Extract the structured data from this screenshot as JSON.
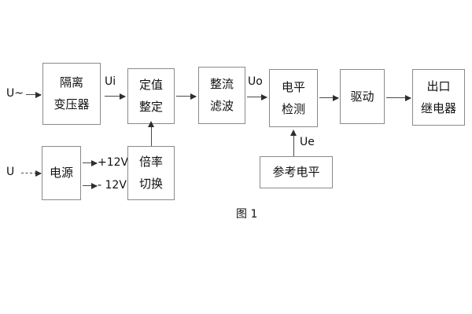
{
  "diagram": {
    "caption": "图 1",
    "blocks": [
      {
        "id": "isolation-transformer",
        "line1": "隔离",
        "line2": "变压器"
      },
      {
        "id": "setting-value",
        "line1": "定值",
        "line2": "整定"
      },
      {
        "id": "rectify-filter",
        "line1": "整流",
        "line2": "滤波"
      },
      {
        "id": "level-detection",
        "line1": "电平",
        "line2": "检测"
      },
      {
        "id": "drive",
        "line1": "驱动",
        "line2": ""
      },
      {
        "id": "output-relay",
        "line1": "出口",
        "line2": "继电器"
      },
      {
        "id": "power-supply",
        "line1": "电源",
        "line2": ""
      },
      {
        "id": "multiplier-switch",
        "line1": "倍率",
        "line2": "切换"
      },
      {
        "id": "reference-level",
        "line1": "参考电平",
        "line2": ""
      }
    ],
    "signals": {
      "ac_input": "U~",
      "dc_input": "U",
      "ui": "Ui",
      "uo": "Uo",
      "ue": "Ue",
      "rail_positive": "+12V",
      "rail_negative": "- 12V"
    }
  }
}
